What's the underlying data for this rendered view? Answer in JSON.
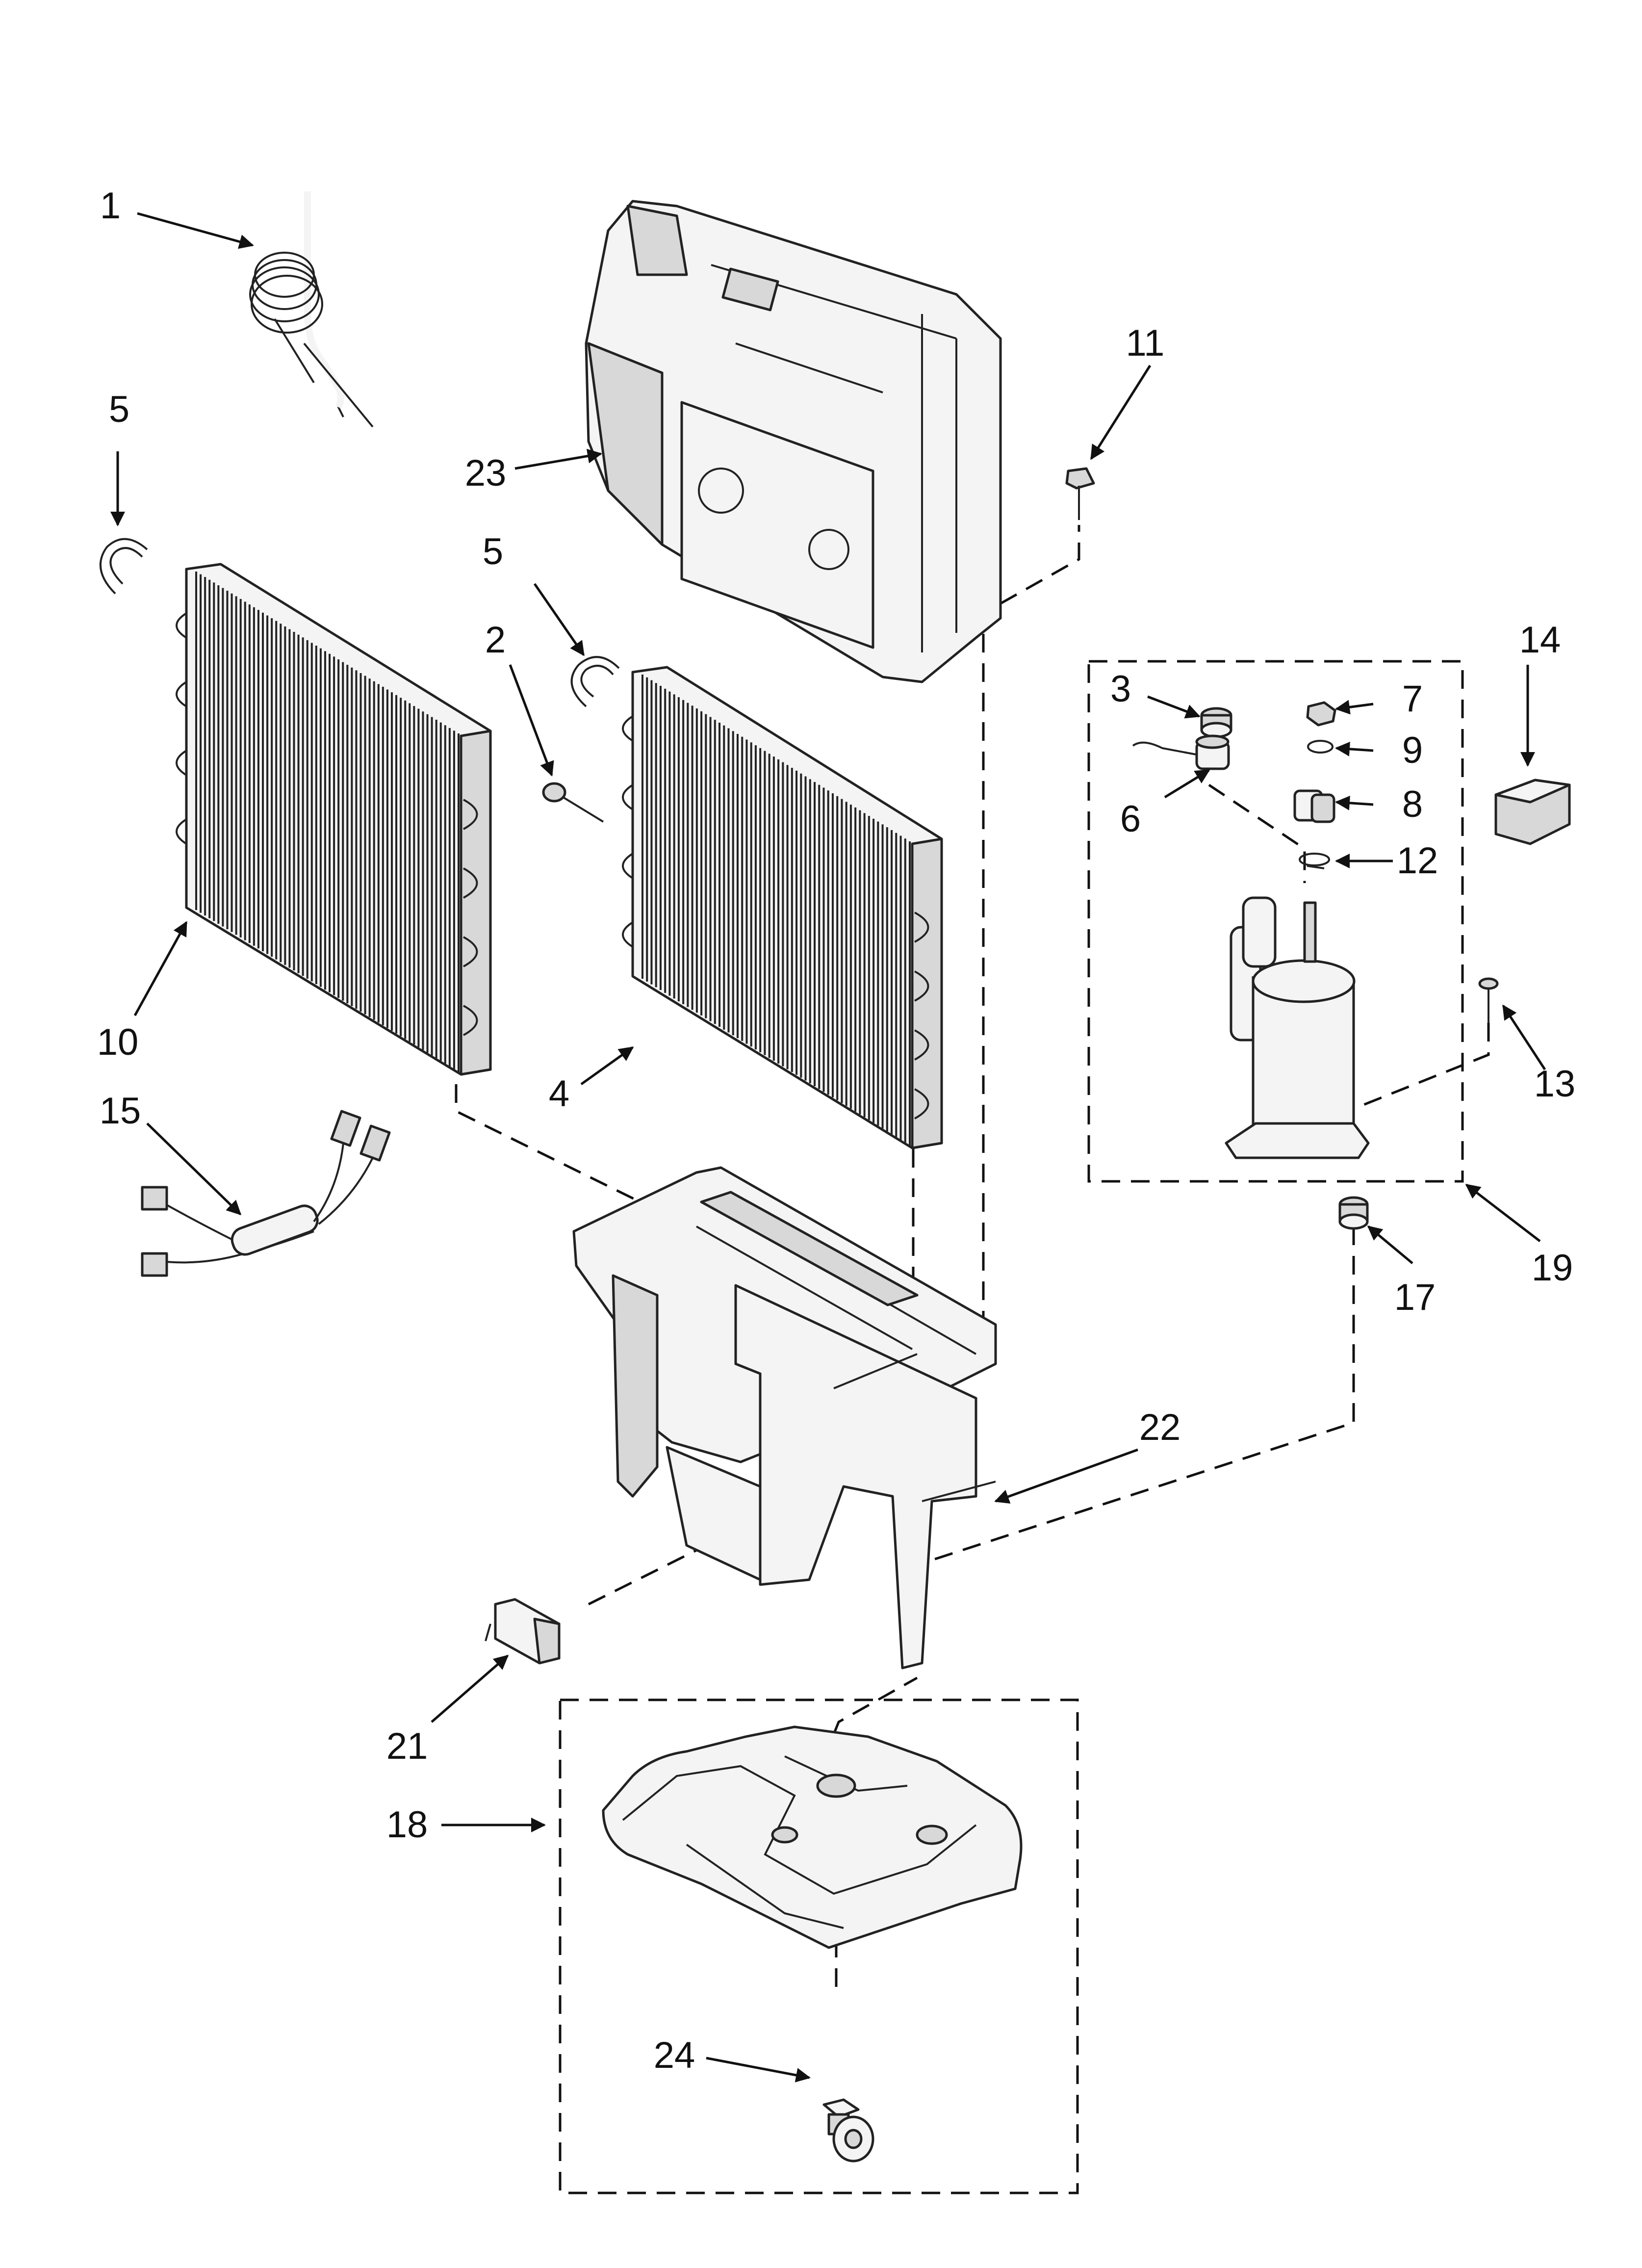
{
  "callouts": [
    "1",
    "2",
    "3",
    "4",
    "5",
    "5",
    "6",
    "7",
    "8",
    "9",
    "10",
    "11",
    "12",
    "13",
    "14",
    "15",
    "17",
    "18",
    "19",
    "21",
    "22",
    "23",
    "24"
  ],
  "colors": {
    "line": "#111111",
    "fill": "#f4f4f4",
    "shade": "#d8d8d8"
  }
}
